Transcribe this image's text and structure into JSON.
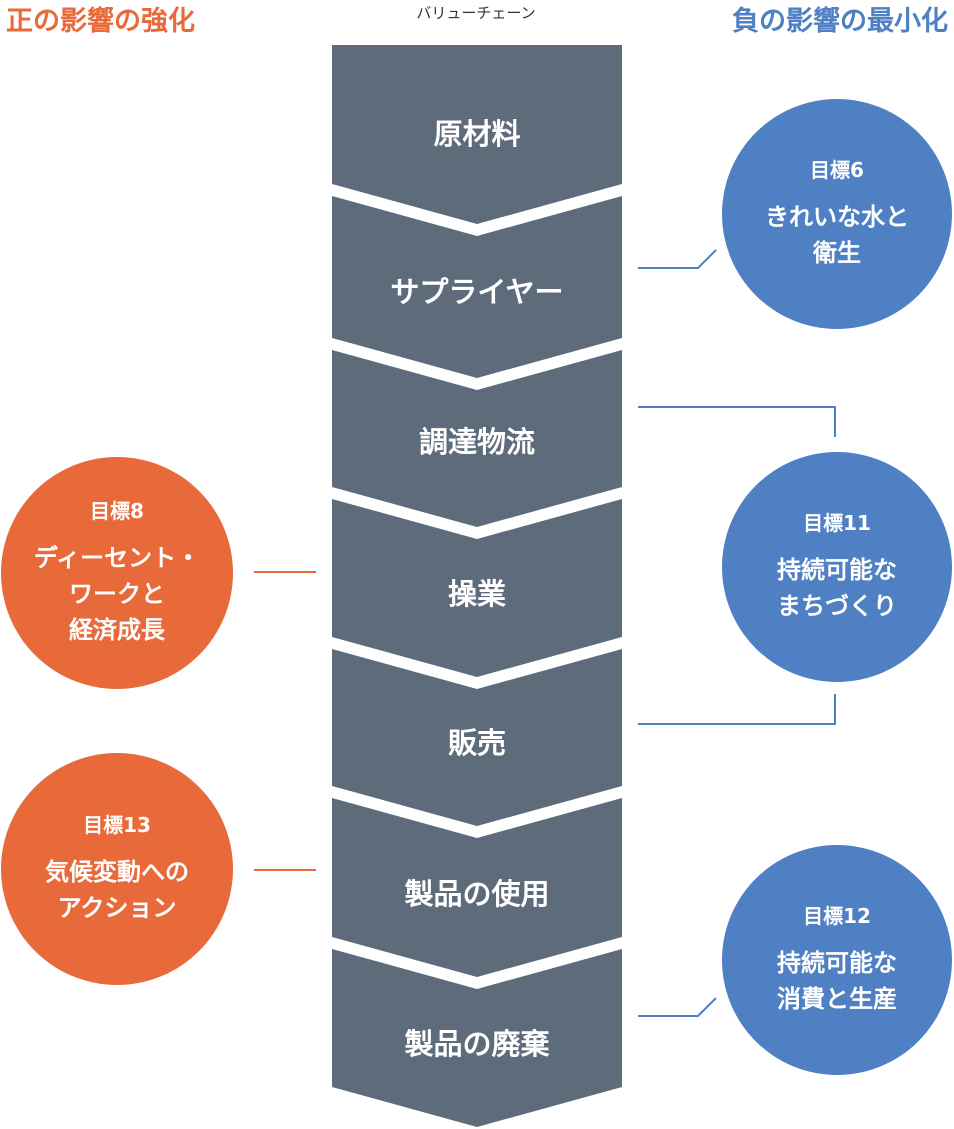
{
  "header": {
    "positive_title": "正の影響の強化",
    "negative_title": "負の影響の最小化",
    "chain_label": "バリューチェーン"
  },
  "stages": [
    "原材料",
    "サプライヤー",
    "調達物流",
    "操業",
    "販売",
    "製品の使用",
    "製品の廃棄"
  ],
  "goals": {
    "goal6": {
      "number": "目標6",
      "lines": [
        "きれいな水と",
        "衛生"
      ]
    },
    "goal8": {
      "number": "目標8",
      "lines": [
        "ディーセント・",
        "ワークと",
        "経済成長"
      ]
    },
    "goal11": {
      "number": "目標11",
      "lines": [
        "持続可能な",
        "まちづくり"
      ]
    },
    "goal12": {
      "number": "目標12",
      "lines": [
        "持続可能な",
        "消費と生産"
      ]
    },
    "goal13": {
      "number": "目標13",
      "lines": [
        "気候変動への",
        "アクション"
      ]
    }
  },
  "colors": {
    "positive": "#E86A3A",
    "negative": "#4F80C3",
    "chain": "#5E6B7B",
    "chain_label_text": "#333333"
  }
}
